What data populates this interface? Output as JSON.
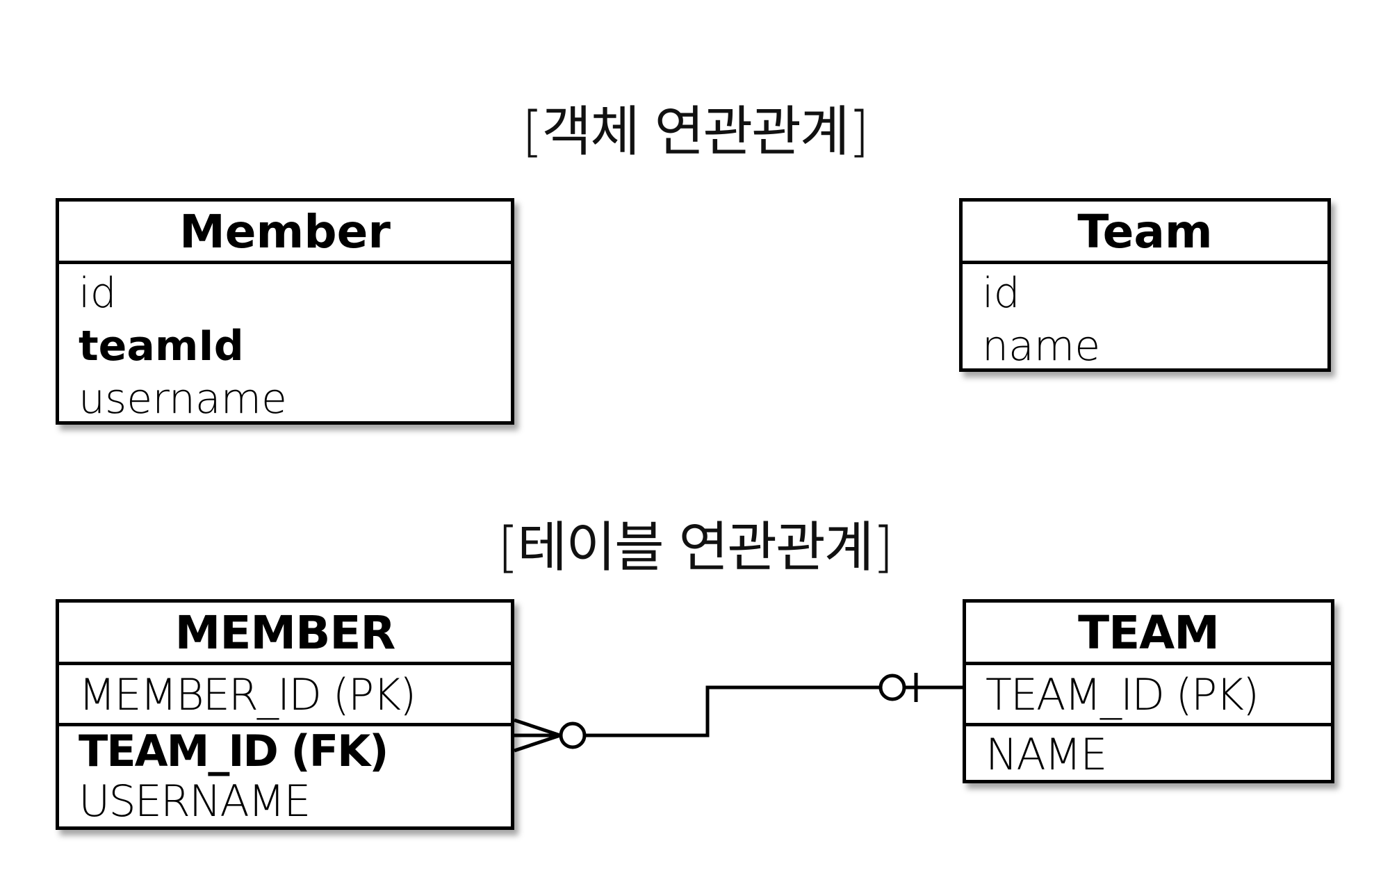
{
  "object_section": {
    "title": "[객체 연관관계]",
    "member": {
      "name": "Member",
      "fields": [
        "id",
        "teamId",
        "username"
      ]
    },
    "team": {
      "name": "Team",
      "fields": [
        "id",
        "name"
      ]
    }
  },
  "table_section": {
    "title": "[테이블 연관관계]",
    "member": {
      "name": "MEMBER",
      "pk": "MEMBER_ID (PK)",
      "fk": "TEAM_ID (FK)",
      "other": "USERNAME"
    },
    "team": {
      "name": "TEAM",
      "pk": "TEAM_ID (PK)",
      "other": "NAME"
    },
    "relationship": {
      "member_end": "zero-or-many",
      "team_end": "zero-or-one"
    }
  }
}
